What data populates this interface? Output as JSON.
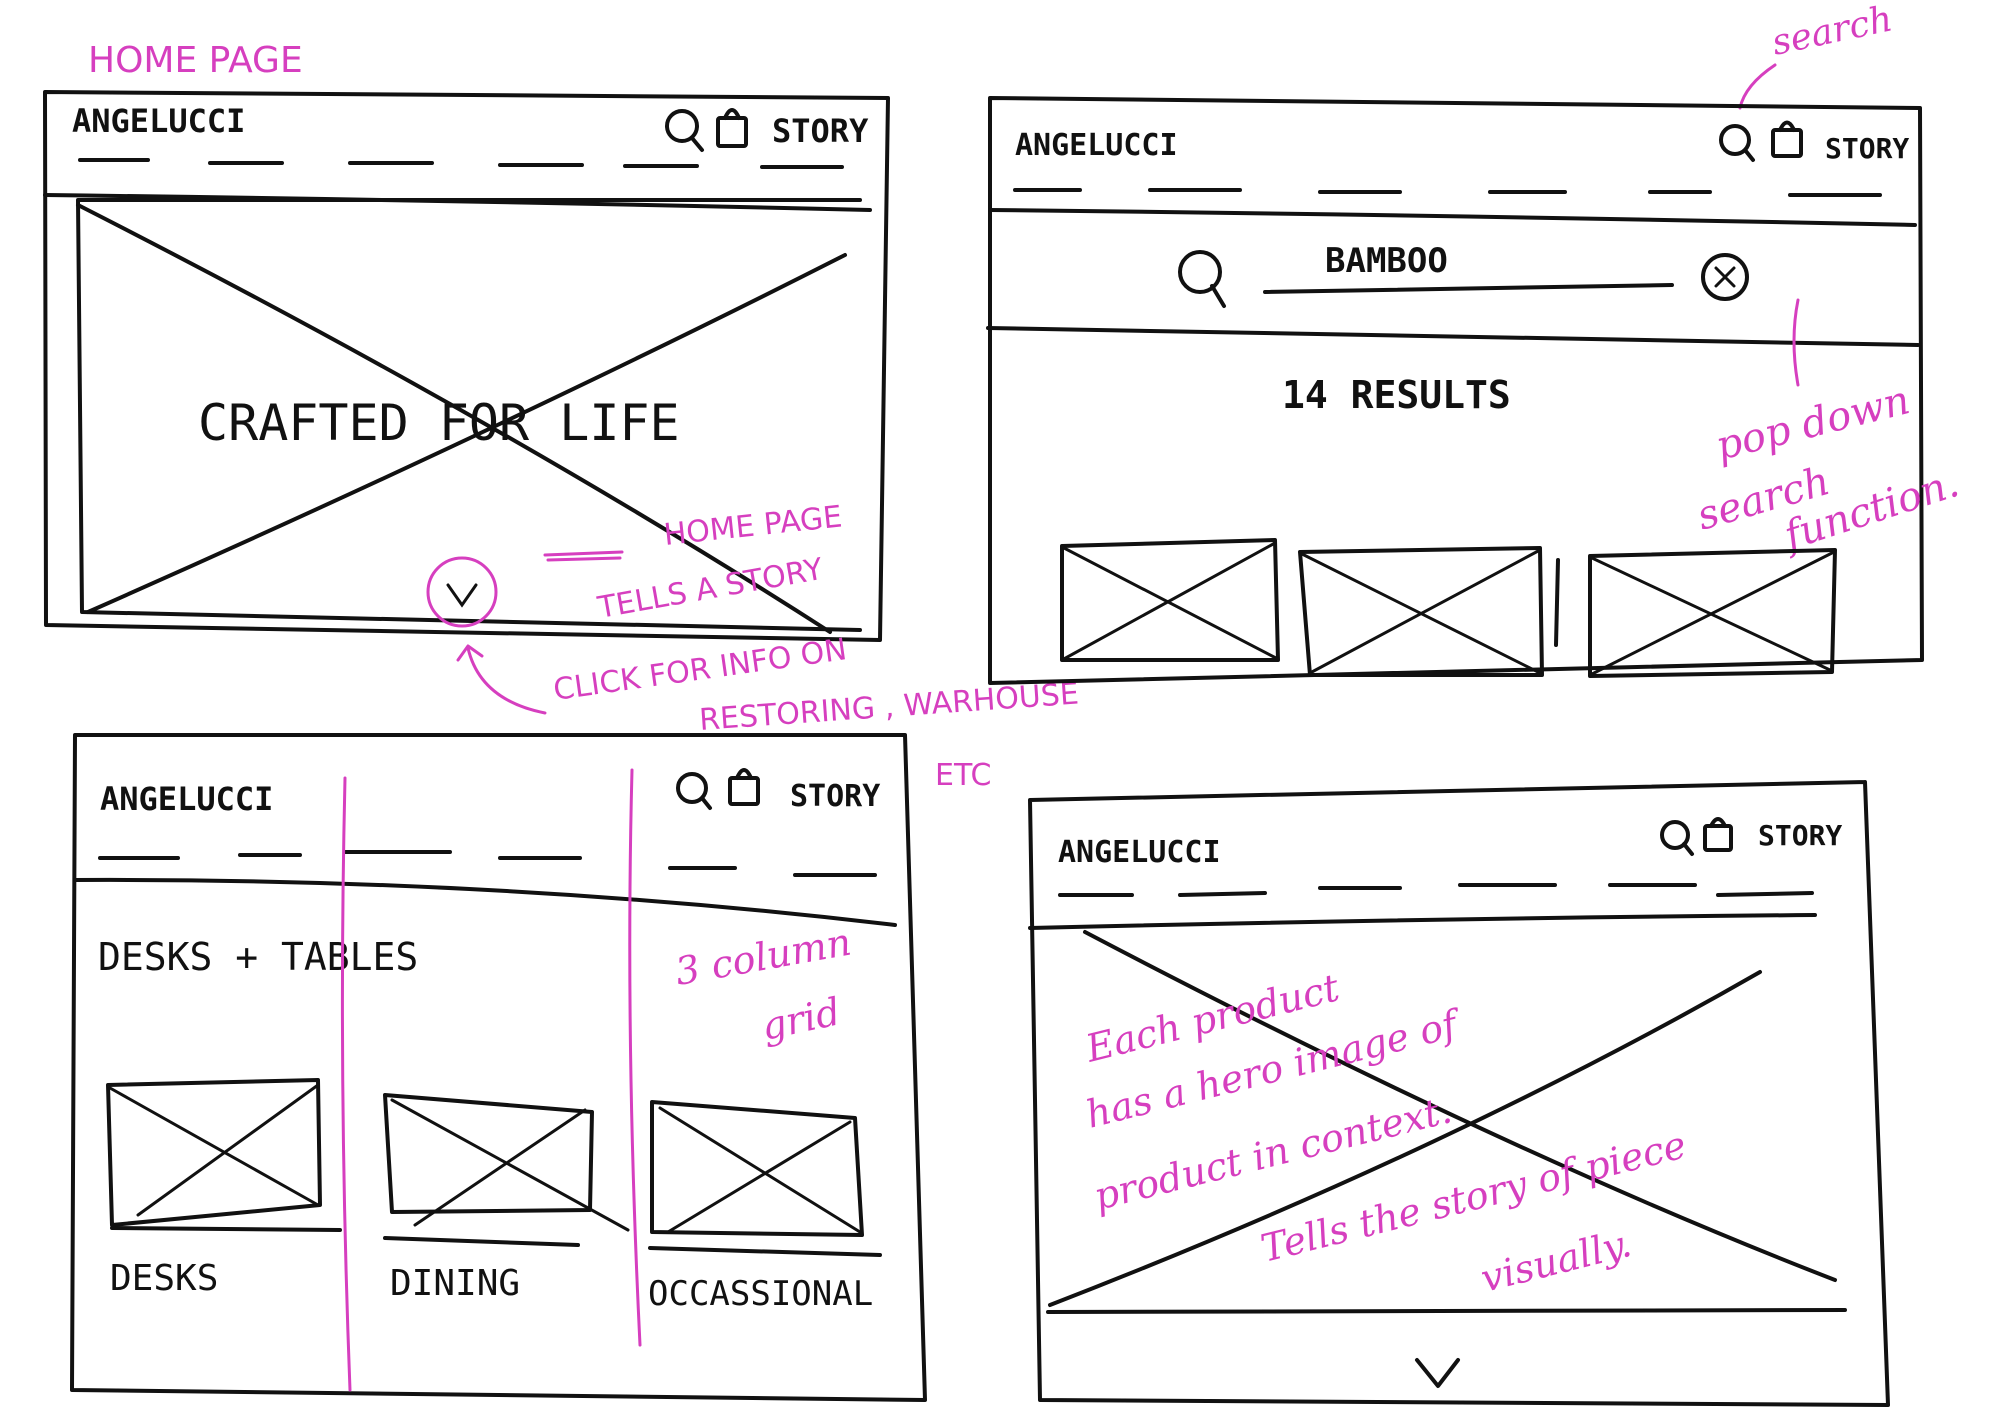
{
  "page_label": "HOME PAGE",
  "brand": "ANGELUCCI",
  "nav_story": "STORY",
  "icons": {
    "search": "search-icon",
    "bag": "shopping-bag-icon",
    "close": "close-icon",
    "chevron": "chevron-down-icon"
  },
  "colors": {
    "ink": "#111111",
    "annotation": "#d63fbf"
  },
  "home": {
    "hero_text": "CRAFTED FOR LIFE",
    "note_story_line1": "HOME PAGE",
    "note_story_line2": "TELLS A STORY",
    "note_click_line1": "CLICK FOR INFO ON",
    "note_click_line2": "RESTORING , WARHOUSE",
    "note_click_line3": "ETC"
  },
  "search": {
    "annotation_top": "search",
    "query": "BAMBOO",
    "results": "14 RESULTS",
    "note_line1": "pop down",
    "note_line2": "search",
    "note_line3": "function."
  },
  "category": {
    "title": "DESKS + TABLES",
    "note_line1": "3 column",
    "note_line2": "grid",
    "items": [
      "DESKS",
      "DINING",
      "OCCASSIONAL"
    ]
  },
  "product": {
    "note_line1": "Each product",
    "note_line2": "has a hero image of",
    "note_line3": "product in context.",
    "note_line4": "Tells the story of piece",
    "note_line5": "visually."
  }
}
